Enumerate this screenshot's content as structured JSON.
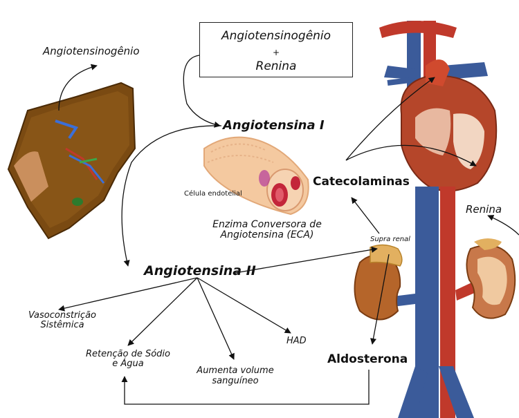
{
  "box": {
    "line1": "Angiotensinogênio",
    "plus": "+",
    "line2": "Renina"
  },
  "labels": {
    "liver_angiotensinogen": "Angiotensinogênio",
    "angiotensina_1": "Angiotensina I",
    "angiotensina_2": "Angiotensina II",
    "celula_endotelial": "Célula endotelial",
    "eca_line1": "Enzima Conversora de",
    "eca_line2": "Angiotensina (ECA)",
    "catecolaminas": "Catecolaminas",
    "renina": "Renina",
    "supra_renal": "Supra renal",
    "aldosterona": "Aldosterona",
    "vaso_line1": "Vasoconstrição",
    "vaso_line2": "Sistêmica",
    "retencao_line1": "Retenção de Sódio",
    "retencao_line2": "e Água",
    "volume_line1": "Aumenta volume",
    "volume_line2": "sanguíneo",
    "had": "HAD"
  },
  "colors": {
    "liver": "#7a4a12",
    "artery": "#c0392b",
    "vein": "#3b5b9a",
    "kidney": "#b5652a",
    "adrenal": "#e2b060",
    "vessel_wall": "#f4c9a0",
    "rbc": "#c3263a",
    "arrow": "#111111"
  }
}
